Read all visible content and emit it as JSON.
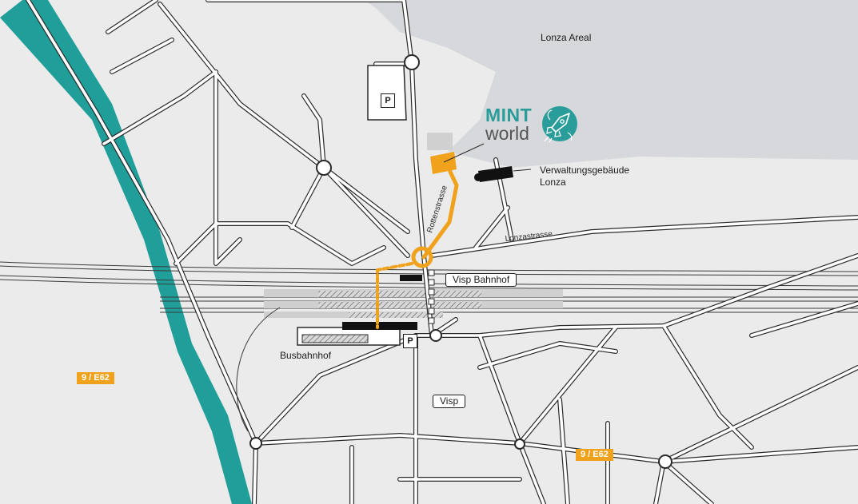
{
  "map": {
    "areas": {
      "lonza_areal": "Lonza Areal",
      "visp_town": "Visp"
    },
    "logo": {
      "mint": "MINT",
      "world": "world",
      "icon": "rocket-icon"
    },
    "buildings": {
      "verwaltung_line1": "Verwaltungsgebäude",
      "verwaltung_line2": "Lonza"
    },
    "streets": {
      "rottenstrasse": "Rottenstrasse",
      "lonzastrasse": "Lonzastrasse"
    },
    "station": "Visp Bahnhof",
    "bus_station": "Busbahnhof",
    "parking_label": "P",
    "highway_badges": [
      "9 / E62",
      "9 / E62"
    ],
    "colors": {
      "background": "#ebebeb",
      "road_casing": "#2a2a2a",
      "road_fill": "#ffffff",
      "river": "#1f9e9a",
      "route": "#f0a21d",
      "lonza_area": "#d6d8db",
      "mint_teal": "#2a9d9a",
      "world_gray": "#555555",
      "platform": "#cfcfcf"
    }
  }
}
